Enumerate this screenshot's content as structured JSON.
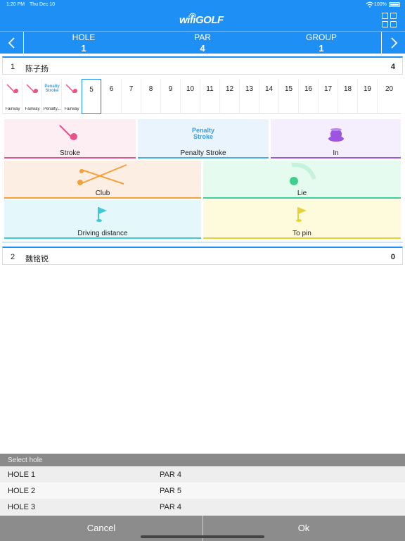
{
  "status_bar": {
    "time": "1:20 PM",
    "date": "Thu Dec 10",
    "battery": "100%"
  },
  "app": {
    "logo": "wifiGOLF"
  },
  "header": {
    "hole": {
      "label": "HOLE",
      "value": "1"
    },
    "par": {
      "label": "PAR",
      "value": "4"
    },
    "group": {
      "label": "GROUP",
      "value": "1"
    }
  },
  "players": [
    {
      "number": "1",
      "name": "陈子扬",
      "score": "4"
    },
    {
      "number": "2",
      "name": "魏铭锐",
      "score": "0"
    }
  ],
  "strokes": [
    {
      "icon": "stroke-icon",
      "caption": "Fairway"
    },
    {
      "icon": "stroke-icon",
      "caption": "Fairway"
    },
    {
      "icon": "penalty-stroke-icon",
      "caption": "Penalty...",
      "text": "Penalty Stroke"
    },
    {
      "icon": "stroke-icon",
      "caption": "Fairway"
    }
  ],
  "stroke_numbers": [
    "5",
    "6",
    "7",
    "8",
    "9",
    "10",
    "11",
    "12",
    "13",
    "14",
    "15",
    "16",
    "17",
    "18",
    "19",
    "20"
  ],
  "actions": {
    "stroke": "Stroke",
    "penalty_stroke": "Penalty Stroke",
    "penalty_logo": "Penalty Stroke",
    "in": "In",
    "club": "Club",
    "lie": "Lie",
    "driving_distance": "Driving distance",
    "to_pin": "To pin"
  },
  "picker": {
    "title": "Select hole",
    "rows": [
      {
        "hole": "HOLE 1",
        "par": "PAR 4"
      },
      {
        "hole": "HOLE 2",
        "par": "PAR 5"
      },
      {
        "hole": "HOLE 3",
        "par": "PAR 4"
      }
    ]
  },
  "buttons": {
    "cancel": "Cancel",
    "ok": "Ok"
  },
  "colors": {
    "brand_blue": "#1e90f5",
    "stroke_pink": "#e8518a",
    "in_purple": "#9b55e0",
    "club_orange": "#f5a03a",
    "lie_green": "#3fcf8e",
    "driving_cyan": "#3fc8d8",
    "pin_yellow": "#e8d23a"
  }
}
